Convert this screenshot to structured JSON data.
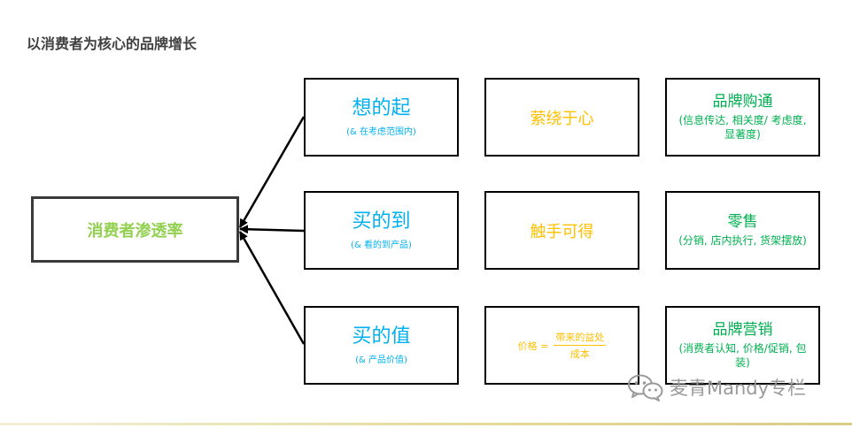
{
  "title": "以消费者为核心的品牌增长",
  "center": {
    "label": "消费者渗透率"
  },
  "column1": [
    {
      "title": "想的起",
      "subtitle": "(& 在考虑范围内)"
    },
    {
      "title": "买的到",
      "subtitle": "(& 看的到产品)"
    },
    {
      "title": "买的值",
      "subtitle": "(& 产品价值)"
    }
  ],
  "column2": {
    "row1": "萦绕于心",
    "row2": "触手可得",
    "row3": {
      "lhs": "价格 =",
      "numerator": "带来的益处",
      "denominator": "成本"
    }
  },
  "column3": [
    {
      "title": "品牌购通",
      "subtitle": "(信息传达, 相关度/ 考虑度, 显著度)"
    },
    {
      "title": "零售",
      "subtitle": "(分销, 店内执行, 货架摆放)"
    },
    {
      "title": "品牌营销",
      "subtitle": "(消费者认知, 价格/促销, 包装)"
    }
  ],
  "watermark": {
    "icon": "wechat-icon",
    "text": "麦青Mandy专栏"
  },
  "colors": {
    "center_text": "#92d050",
    "col1_text": "#00b0f0",
    "col2_text": "#ffc000",
    "col3_text": "#00b050",
    "title_text": "#404040"
  }
}
